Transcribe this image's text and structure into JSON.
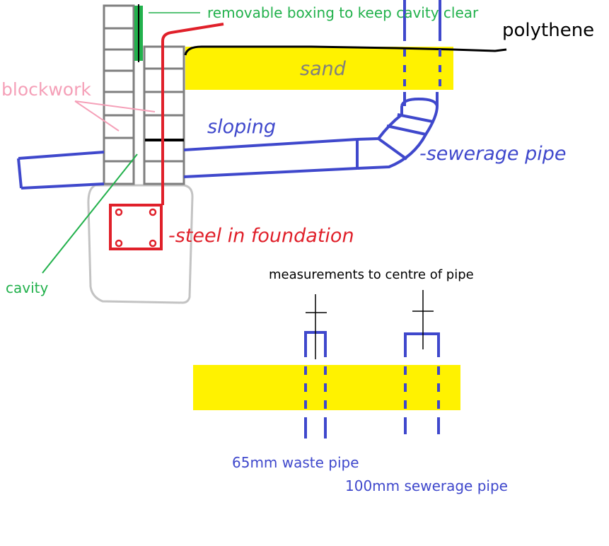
{
  "labels": {
    "boxing": "removable boxing to keep cavity clear",
    "polythene": "polythene",
    "sand": "sand",
    "blockwork": "blockwork",
    "sloping": "sloping",
    "sewerage_pipe": "-sewerage pipe",
    "steel": "-steel in foundation",
    "cavity": "cavity",
    "measurements": "measurements to centre of pipe",
    "waste_pipe": "65mm waste pipe",
    "sewerage_pipe_100": "100mm sewerage pipe"
  },
  "colors": {
    "blue": "#3f48cc",
    "red": "#e0202a",
    "green": "#22b14c",
    "pink": "#f5a0b8",
    "yellow": "#fff200",
    "grey": "#7f7f7f",
    "lightgrey": "#c3c3c3",
    "black": "#000000"
  }
}
